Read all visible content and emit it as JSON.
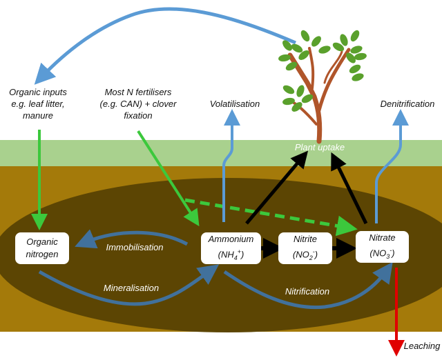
{
  "colors": {
    "sky": "#ffffff",
    "grass": "#a9d18e",
    "soil": "#a47a0a",
    "soil_dark": "#5c4503",
    "blue_arrow": "#5b9bd5",
    "steel_arrow": "#41719c",
    "green_arrow": "#3cc83c",
    "black_arrow": "#000000",
    "red_arrow": "#e00000",
    "leaf": "#5aa02c",
    "trunk": "#b0552a"
  },
  "inputs": {
    "organic": [
      "Organic inputs",
      "e.g. leaf litter,",
      "manure"
    ],
    "fertiliser": [
      "Most N fertilisers",
      "(e.g. CAN) + clover",
      "fixation"
    ]
  },
  "losses": {
    "volatilisation": "Volatilisation",
    "denitrification": "Denitrification",
    "leaching": "Leaching"
  },
  "plant_uptake": "Plant uptake",
  "pools": {
    "organic_nitrogen": [
      "Organic",
      "nitrogen"
    ],
    "ammonium": {
      "name": "Ammonium",
      "formula_base": "(NH",
      "sub": "4",
      "sup": "+",
      "close": ")"
    },
    "nitrite": {
      "name": "Nitrite",
      "formula_base": "(NO",
      "sub": "2",
      "sup": "-",
      "close": ")"
    },
    "nitrate": {
      "name": "Nitrate",
      "formula_base": "(NO",
      "sub": "3",
      "sup": "-",
      "close": ")"
    }
  },
  "processes": {
    "immobilisation": "Immobilisation",
    "mineralisation": "Mineralisation",
    "nitrification": "Nitrification"
  }
}
